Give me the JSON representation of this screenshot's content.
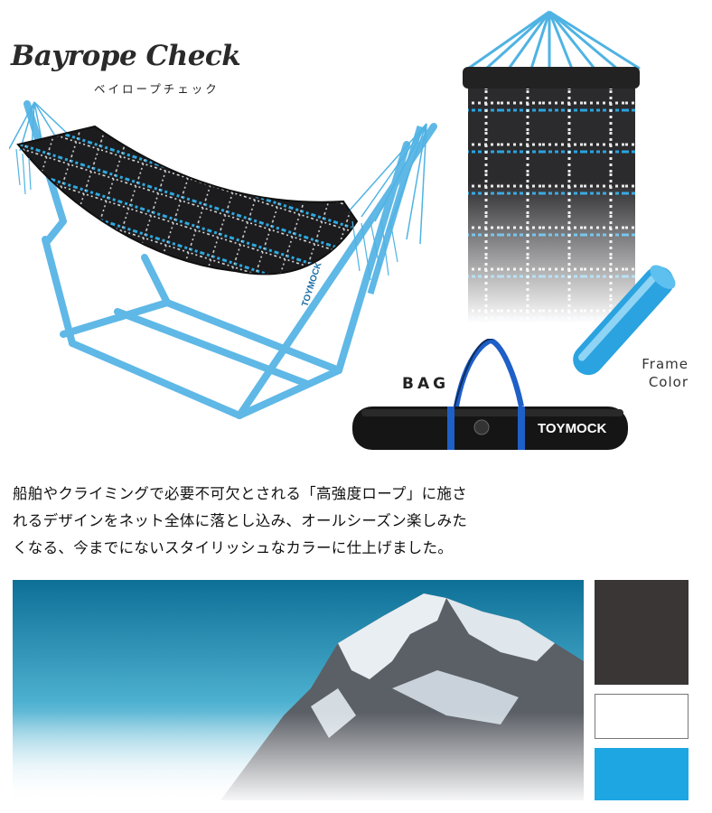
{
  "product": {
    "name_script": "Bayrope Check",
    "name_kana": "ベイロープチェック",
    "frame_brand_text": "TOYMOCK"
  },
  "frame_color": {
    "label_line1": "Frame",
    "label_line2": "Color",
    "color": "#2aa3e0"
  },
  "bag": {
    "label": "BAG",
    "brand": "TOYMOCK",
    "strap_color": "#1e5fc8"
  },
  "description": {
    "lines": [
      "船舶やクライミングで必要不可欠とされる「高強度ロープ」に施さ",
      "れるデザインをネット全体に落とし込み、オールシーズン楽しみた",
      "くなる、今までにないスタイリッシュなカラーに仕上げました。"
    ]
  },
  "swatches": [
    {
      "name": "dark",
      "color": "#3a3636"
    },
    {
      "name": "white",
      "color": "#ffffff"
    },
    {
      "name": "blue",
      "color": "#1ea6e3"
    }
  ],
  "icons": [
    "hammock-image",
    "fabric-closeup-image",
    "frame-tube-image",
    "bag-image",
    "mountain-image"
  ]
}
